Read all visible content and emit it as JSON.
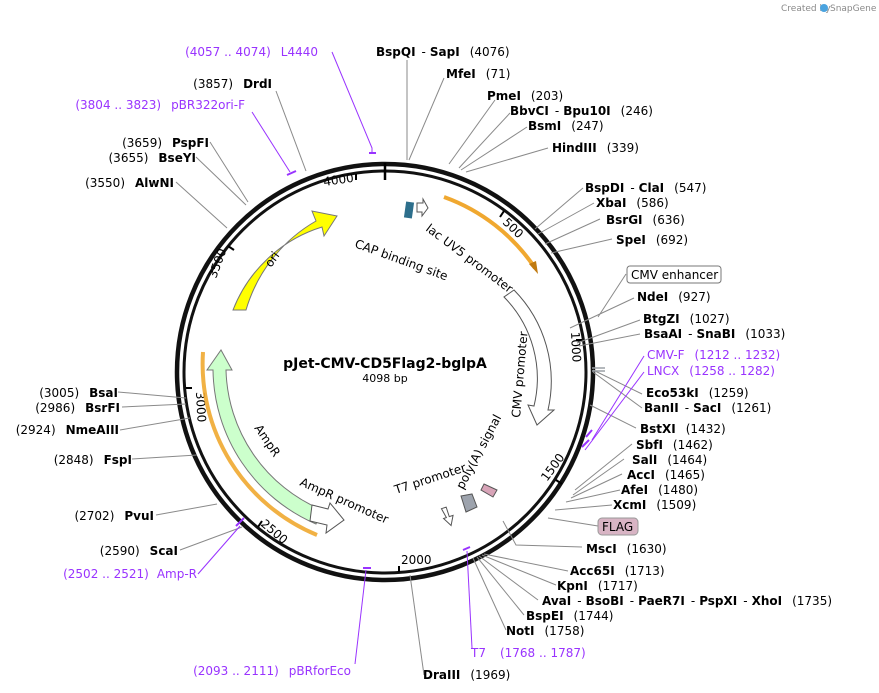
{
  "brand": {
    "created_by": "Created by",
    "name": "SnapGene"
  },
  "plasmid": {
    "name": "pJet-CMV-CD5Flag2-bglpA",
    "length": "4098 bp"
  },
  "ticks": [
    "500",
    "1000",
    "1500",
    "2000",
    "2500",
    "3000",
    "3500",
    "4000"
  ],
  "sites": [
    {
      "id": "bspqi",
      "name": "BspQI",
      "sep": "-",
      "name2": "SapI",
      "pos": "(4076)"
    },
    {
      "id": "mfei",
      "name": "MfeI",
      "pos": "(71)"
    },
    {
      "id": "pmei",
      "name": "PmeI",
      "pos": "(203)"
    },
    {
      "id": "bbvci",
      "name": "BbvCI",
      "sep": "-",
      "name2": "Bpu10I",
      "pos": "(246)"
    },
    {
      "id": "bsmi",
      "name": "BsmI",
      "pos": "(247)"
    },
    {
      "id": "hindiii",
      "name": "HindIII",
      "pos": "(339)"
    },
    {
      "id": "bspdi",
      "name": "BspDI",
      "sep": "-",
      "name2": "ClaI",
      "pos": "(547)"
    },
    {
      "id": "xbai",
      "name": "XbaI",
      "pos": "(586)"
    },
    {
      "id": "bsrgi",
      "name": "BsrGI",
      "pos": "(636)"
    },
    {
      "id": "spei",
      "name": "SpeI",
      "pos": "(692)"
    },
    {
      "id": "ndei",
      "name": "NdeI",
      "pos": "(927)"
    },
    {
      "id": "btgzi",
      "name": "BtgZI",
      "pos": "(1027)"
    },
    {
      "id": "bsaai",
      "name": "BsaAI",
      "sep": "-",
      "name2": "SnaBI",
      "pos": "(1033)"
    },
    {
      "id": "eco53ki",
      "name": "Eco53kI",
      "pos": "(1259)"
    },
    {
      "id": "banii",
      "name": "BanII",
      "sep": "-",
      "name2": "SacI",
      "pos": "(1261)"
    },
    {
      "id": "bstxi",
      "name": "BstXI",
      "pos": "(1432)"
    },
    {
      "id": "sbfi",
      "name": "SbfI",
      "pos": "(1462)"
    },
    {
      "id": "sali",
      "name": "SalI",
      "pos": "(1464)"
    },
    {
      "id": "acci",
      "name": "AccI",
      "pos": "(1465)"
    },
    {
      "id": "afei",
      "name": "AfeI",
      "pos": "(1480)"
    },
    {
      "id": "xcmi",
      "name": "XcmI",
      "pos": "(1509)"
    },
    {
      "id": "msci",
      "name": "MscI",
      "pos": "(1630)"
    },
    {
      "id": "acc65i",
      "name": "Acc65I",
      "pos": "(1713)"
    },
    {
      "id": "kpni",
      "name": "KpnI",
      "pos": "(1717)"
    },
    {
      "id": "avai",
      "name": "AvaI",
      "sep": "-",
      "name2": "BsoBI",
      "sep2": "-",
      "name3": "PaeR7I",
      "sep3": "-",
      "name4": "PspXI",
      "sep4": "-",
      "name5": "XhoI",
      "pos": "(1735)"
    },
    {
      "id": "bspei",
      "name": "BspEI",
      "pos": "(1744)"
    },
    {
      "id": "noti",
      "name": "NotI",
      "pos": "(1758)"
    },
    {
      "id": "draiii",
      "name": "DraIII",
      "pos": "(1969)"
    },
    {
      "id": "scai",
      "name": "ScaI",
      "pos": "(2590)"
    },
    {
      "id": "pvui",
      "name": "PvuI",
      "pos": "(2702)"
    },
    {
      "id": "fspi",
      "name": "FspI",
      "pos": "(2848)"
    },
    {
      "id": "nmeaiii",
      "name": "NmeAIII",
      "pos": "(2924)"
    },
    {
      "id": "bsrfi",
      "name": "BsrFI",
      "pos": "(2986)"
    },
    {
      "id": "bsai",
      "name": "BsaI",
      "pos": "(3005)"
    },
    {
      "id": "alwni",
      "name": "AlwNI",
      "pos": "(3550)"
    },
    {
      "id": "bseyi",
      "name": "BseYI",
      "pos": "(3655)"
    },
    {
      "id": "pspfi",
      "name": "PspFI",
      "pos": "(3659)"
    },
    {
      "id": "drdi",
      "name": "DrdI",
      "pos": "(3857)"
    }
  ],
  "primers": [
    {
      "id": "l4440",
      "range": "(4057 .. 4074)",
      "name": "L4440"
    },
    {
      "id": "pbr322ori",
      "range": "(3804 .. 3823)",
      "name": "pBR322ori-F"
    },
    {
      "id": "cmvf",
      "name": "CMV-F",
      "range": "(1212 .. 1232)"
    },
    {
      "id": "lncx",
      "name": "LNCX",
      "range": "(1258 .. 1282)"
    },
    {
      "id": "ampr",
      "range": "(2502 .. 2521)",
      "name": "Amp-R"
    },
    {
      "id": "pbrforeco",
      "range": "(2093 .. 2111)",
      "name": "pBRforEco"
    },
    {
      "id": "t7",
      "name": "T7",
      "range": "(1768 .. 1787)"
    }
  ],
  "features": {
    "cmv_enhancer": "CMV enhancer",
    "flag": "FLAG",
    "cap_binding_site": "CAP binding site",
    "lac_uv5_promoter": "lac UV5 promoter",
    "cmv_promoter": "CMV promoter",
    "polya_signal": "poly(A) signal",
    "t7_promoter": "T7 promoter",
    "ori": "ori",
    "ampr": "AmpR",
    "ampr_promoter": "AmpR promoter"
  },
  "colors": {
    "primer": "#9933ff",
    "ori": "#ffff00",
    "ampr": "#ccffcc",
    "promoter_highlight": "#f0a830",
    "flag_box": "#d8b4c4",
    "lac_op": "#2d6f8c",
    "polya": "#9da3ad"
  }
}
